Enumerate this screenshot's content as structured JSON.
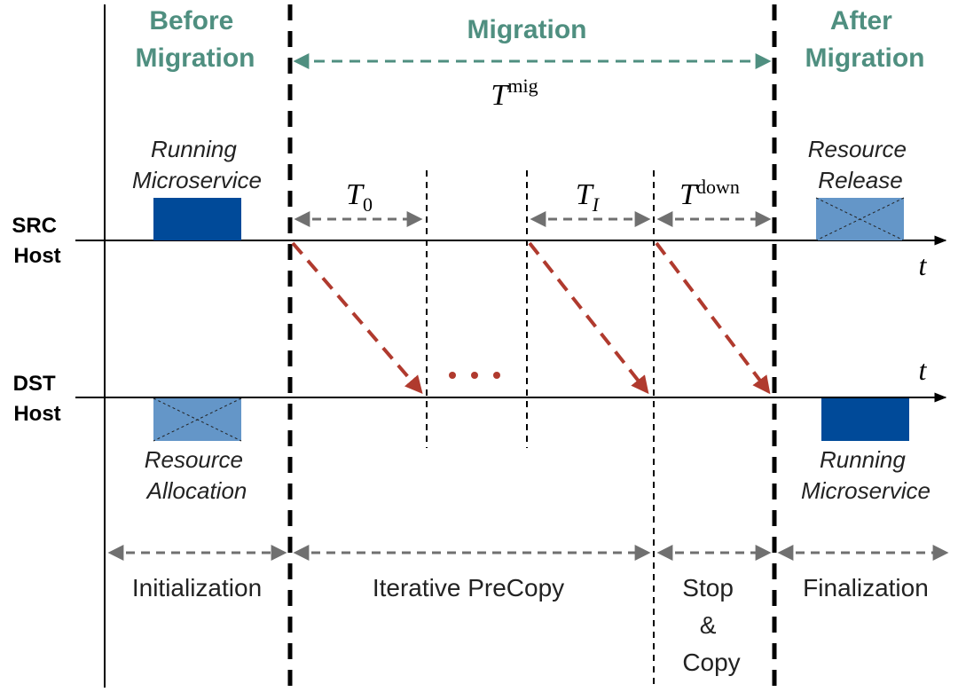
{
  "phases": {
    "before": [
      "Before",
      "Migration"
    ],
    "migration": "Migration",
    "after": [
      "After",
      "Migration"
    ]
  },
  "hosts": {
    "src": [
      "SRC",
      "Host"
    ],
    "dst": [
      "DST",
      "Host"
    ]
  },
  "time_axis_label": "t",
  "labels": {
    "src_running": [
      "Running",
      "Microservice"
    ],
    "dst_allocation": [
      "Resource",
      "Allocation"
    ],
    "src_release": [
      "Resource",
      "Release"
    ],
    "dst_running": [
      "Running",
      "Microservice"
    ]
  },
  "intervals": {
    "t_mig": {
      "base": "T",
      "sup": "mig"
    },
    "t_0": {
      "base": "T",
      "sub": "0"
    },
    "t_i": {
      "base": "T",
      "sub": "I"
    },
    "t_down": {
      "base": "T",
      "sup": "down"
    }
  },
  "stages": {
    "initialization": "Initialization",
    "precopy": "Iterative PreCopy",
    "stop_copy": [
      "Stop",
      "&",
      "Copy"
    ],
    "finalization": "Finalization"
  },
  "colors": {
    "phase_text": "#4f8f80",
    "running_box": "#004a99",
    "resource_box": "#6496c8",
    "transfer_arrow": "#b03a2e",
    "interval_arrow": "#707070"
  }
}
